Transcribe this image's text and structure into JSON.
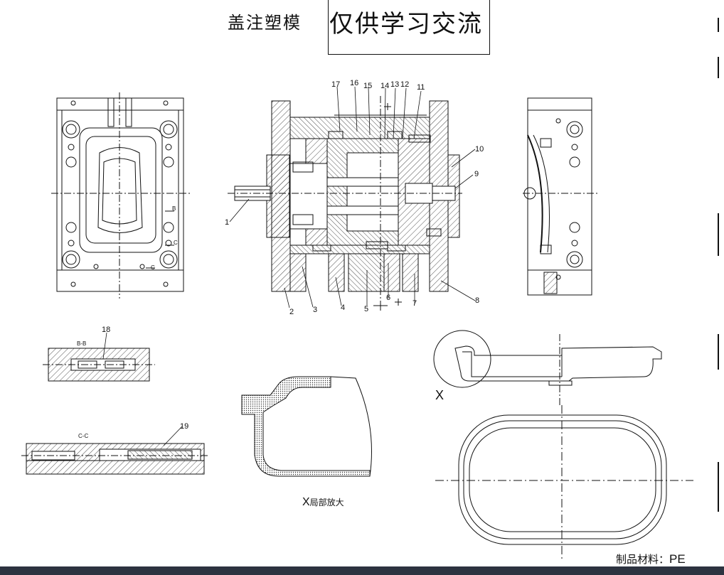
{
  "header": {
    "title_left": "盖注塑模",
    "title_right": "仅供学习交流"
  },
  "part_labels": [
    "1",
    "2",
    "3",
    "4",
    "5",
    "6",
    "7",
    "8",
    "9",
    "10",
    "11",
    "12",
    "13",
    "14",
    "15",
    "16",
    "17",
    "18",
    "19"
  ],
  "section_labels": {
    "bb": "B-B",
    "cc": "C-C",
    "b_mark": "B",
    "c_mark": "C"
  },
  "detail_callout": "X",
  "detail_caption_prefix": "X",
  "detail_caption_text": "局部放大",
  "material_label": "制品材料：",
  "material_value": "PE"
}
